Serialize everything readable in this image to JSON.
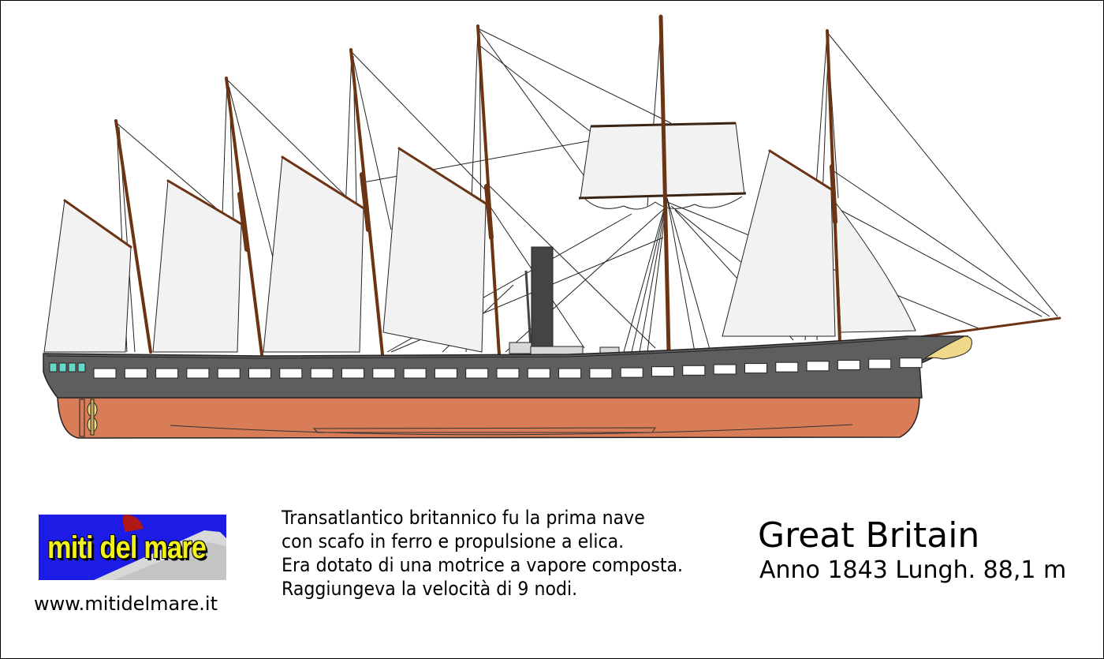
{
  "logo": {
    "text": "miti del mare"
  },
  "website": "www.mitidelmare.it",
  "description": [
    "Transatlantico britannico fu la prima nave",
    "con scafo in ferro e propulsione a elica.",
    "Era dotato di una motrice a vapore composta.",
    "Raggiungeva la velocità di 9 nodi."
  ],
  "ship": {
    "name": "Great Britain",
    "specs": "Anno 1843  Lungh. 88,1 m"
  },
  "colors": {
    "hull_upper": "#5e5e5e",
    "hull_lower": "#d87d58",
    "mast": "#6b3414",
    "sail": "#f2f2f2",
    "funnel": "#444444",
    "logo_bg": "#1c1ce6",
    "logo_text": "#f2f21a"
  }
}
